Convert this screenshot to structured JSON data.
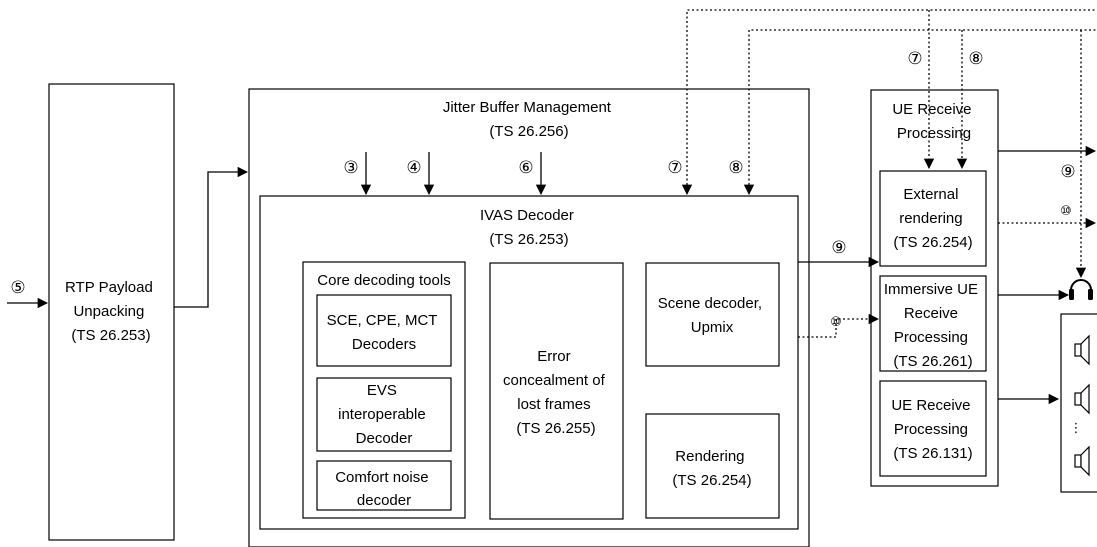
{
  "blocks": {
    "rtp": [
      "RTP Payload",
      "Unpacking",
      "(TS 26.253)"
    ],
    "jbm": [
      "Jitter Buffer Management",
      "(TS 26.256)"
    ],
    "ivas": [
      "IVAS Decoder",
      "(TS 26.253)"
    ],
    "core": [
      "Core decoding tools"
    ],
    "sce": [
      "SCE, CPE, MCT",
      "Decoders"
    ],
    "evs": [
      "EVS",
      "interoperable",
      "Decoder"
    ],
    "comfort": [
      "Comfort noise",
      "decoder"
    ],
    "error": [
      "Error",
      "concealment of",
      "lost frames",
      "(TS 26.255)"
    ],
    "scene": [
      "Scene decoder,",
      "Upmix"
    ],
    "rendering": [
      "Rendering",
      "(TS 26.254)"
    ],
    "ue_receive": [
      "UE Receive",
      "Processing"
    ],
    "external": [
      "External",
      "rendering",
      "(TS 26.254)"
    ],
    "immersive": [
      "Immersive UE",
      "Receive",
      "Processing",
      "(TS 26.261)"
    ],
    "ue_131": [
      "UE Receive",
      "Processing",
      "(TS 26.131)"
    ]
  },
  "markers": {
    "m3": "③",
    "m4": "④",
    "m5": "⑤",
    "m6": "⑥",
    "m7": "⑦",
    "m8": "⑧",
    "m9": "⑨",
    "m10": "⑩"
  },
  "ellipsis": "⋮"
}
